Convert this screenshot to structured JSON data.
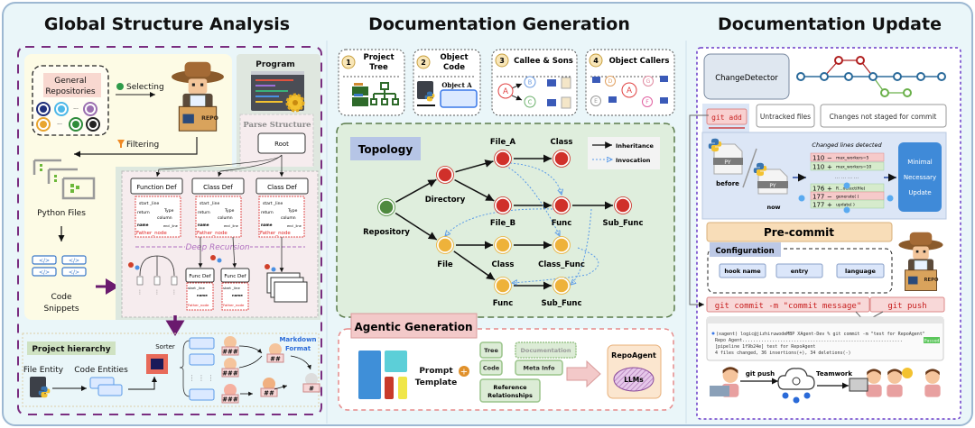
{
  "titles": {
    "global": "Global Structure Analysis",
    "generation": "Documentation Generation",
    "update": "Documentation Update"
  },
  "global": {
    "general_repositories": [
      "General",
      "Repositories"
    ],
    "selecting": "Selecting",
    "filtering": "Filtering",
    "python_files": "Python Files",
    "code_snippets": [
      "Code",
      "Snippets"
    ],
    "program": "Program",
    "parse_structure": "Parse Structure",
    "root": "Root",
    "defs": [
      "Function Def",
      "Class Def",
      "Class Def"
    ],
    "fields": {
      "start_line": "start _line",
      "return": "return",
      "type": "Type",
      "column": "column",
      "name": "name",
      "end_line": "end _line",
      "father_node": "Father_node"
    },
    "deep_recursion": "Deep Recursion",
    "sub_defs": [
      "Func Def",
      "Func Def"
    ],
    "project_hierarchy": "Project hierarchy",
    "file_entity": "File Entity",
    "code_entities": "Code Entities",
    "sorter": "Sorter",
    "markdown_format": [
      "Markdown",
      "Format"
    ],
    "levels": [
      "###",
      "###",
      "###",
      "##",
      "##",
      "#"
    ],
    "repo_colors": [
      "#1f2f7a",
      "#4db8e8",
      "#9b6fb0",
      "#e8a530",
      "#2e8b3a",
      "#222222"
    ]
  },
  "generation": {
    "cards": [
      {
        "num": "1",
        "title": [
          "Project",
          "Tree"
        ]
      },
      {
        "num": "2",
        "title": [
          "Object",
          "Code"
        ]
      },
      {
        "num": "3",
        "title": [
          "Callee & Sons"
        ]
      },
      {
        "num": "4",
        "title": [
          "Object Callers"
        ]
      }
    ],
    "object_label": "Object A",
    "callee_nodes": [
      "A",
      "B",
      "C"
    ],
    "caller_nodes": [
      "D",
      "A",
      "G",
      "E",
      "F"
    ],
    "topology": {
      "title": "Topology",
      "legend": {
        "inheritance": "Inheritance",
        "invocation": "Invocation"
      },
      "nodes": {
        "repository": "Repository",
        "directory": "Directory",
        "file_a": "File_A",
        "class_red": "Class",
        "file_b": "File_B",
        "func_red": "Func",
        "sub_func_red": "Sub_Func",
        "file": "File",
        "class_yellow": "Class",
        "class_func": "Class_Func",
        "func_yellow": "Func",
        "sub_func_yellow": "Sub_Func"
      },
      "colors": {
        "root": "#4f8a3f",
        "red": "#d0302a",
        "yellow": "#eeb23a",
        "invocation": "#5b9be8"
      }
    },
    "agentic": {
      "title": "Agentic Generation",
      "prompt_template": [
        "Prompt",
        "Template"
      ],
      "chips": {
        "tree": "Tree",
        "documentation": "Documentation",
        "code": "Code",
        "meta_info": "Meta Info",
        "reference": [
          "Reference",
          "Relationships"
        ]
      },
      "repoagent": "RepoAgent",
      "llms": "LLMs"
    }
  },
  "update": {
    "change_detector": "ChangeDetector",
    "tabs": [
      "git add",
      "Untracked files",
      "Changes not staged for commit"
    ],
    "file_badge": "PY",
    "before": "before",
    "now": "now",
    "changed_lines_title": "Changed lines detected",
    "diff": [
      {
        "line": "110",
        "sign": "−",
        "text": "max_workers=5",
        "kind": "del"
      },
      {
        "line": "110",
        "sign": "+",
        "text": "max_workers=10",
        "kind": "add"
      },
      {
        "line": "176",
        "sign": "+",
        "text": "R…detect(file)",
        "kind": "add"
      },
      {
        "line": "177",
        "sign": "−",
        "text": "generate( )",
        "kind": "del"
      },
      {
        "line": "177",
        "sign": "+",
        "text": "update( )",
        "kind": "add"
      }
    ],
    "ellipsis": "···   ···   ···   ···",
    "minimal_update": [
      "Minimal",
      "Necessary",
      "Update"
    ],
    "precommit": "Pre-commit",
    "configuration": "Configuration",
    "config_items": [
      "hook name",
      "entry",
      "language"
    ],
    "git_commit": "git commit -m \"commit message\"",
    "git_push": "git push",
    "terminal": {
      "lines": [
        "(xagent) logic@jizhiruwodeMBP XAgent-Dev % git commit -m \"test for RepoAgent\"",
        "Repo Agent...........................................................",
        "[pipeline 1f9b24e] test for RepoAgent",
        " 4 files changed, 36 insertions(+), 34 deletions(-)"
      ],
      "passed": "Passed"
    },
    "push_label": "git push",
    "teamwork": "Teamwork"
  }
}
